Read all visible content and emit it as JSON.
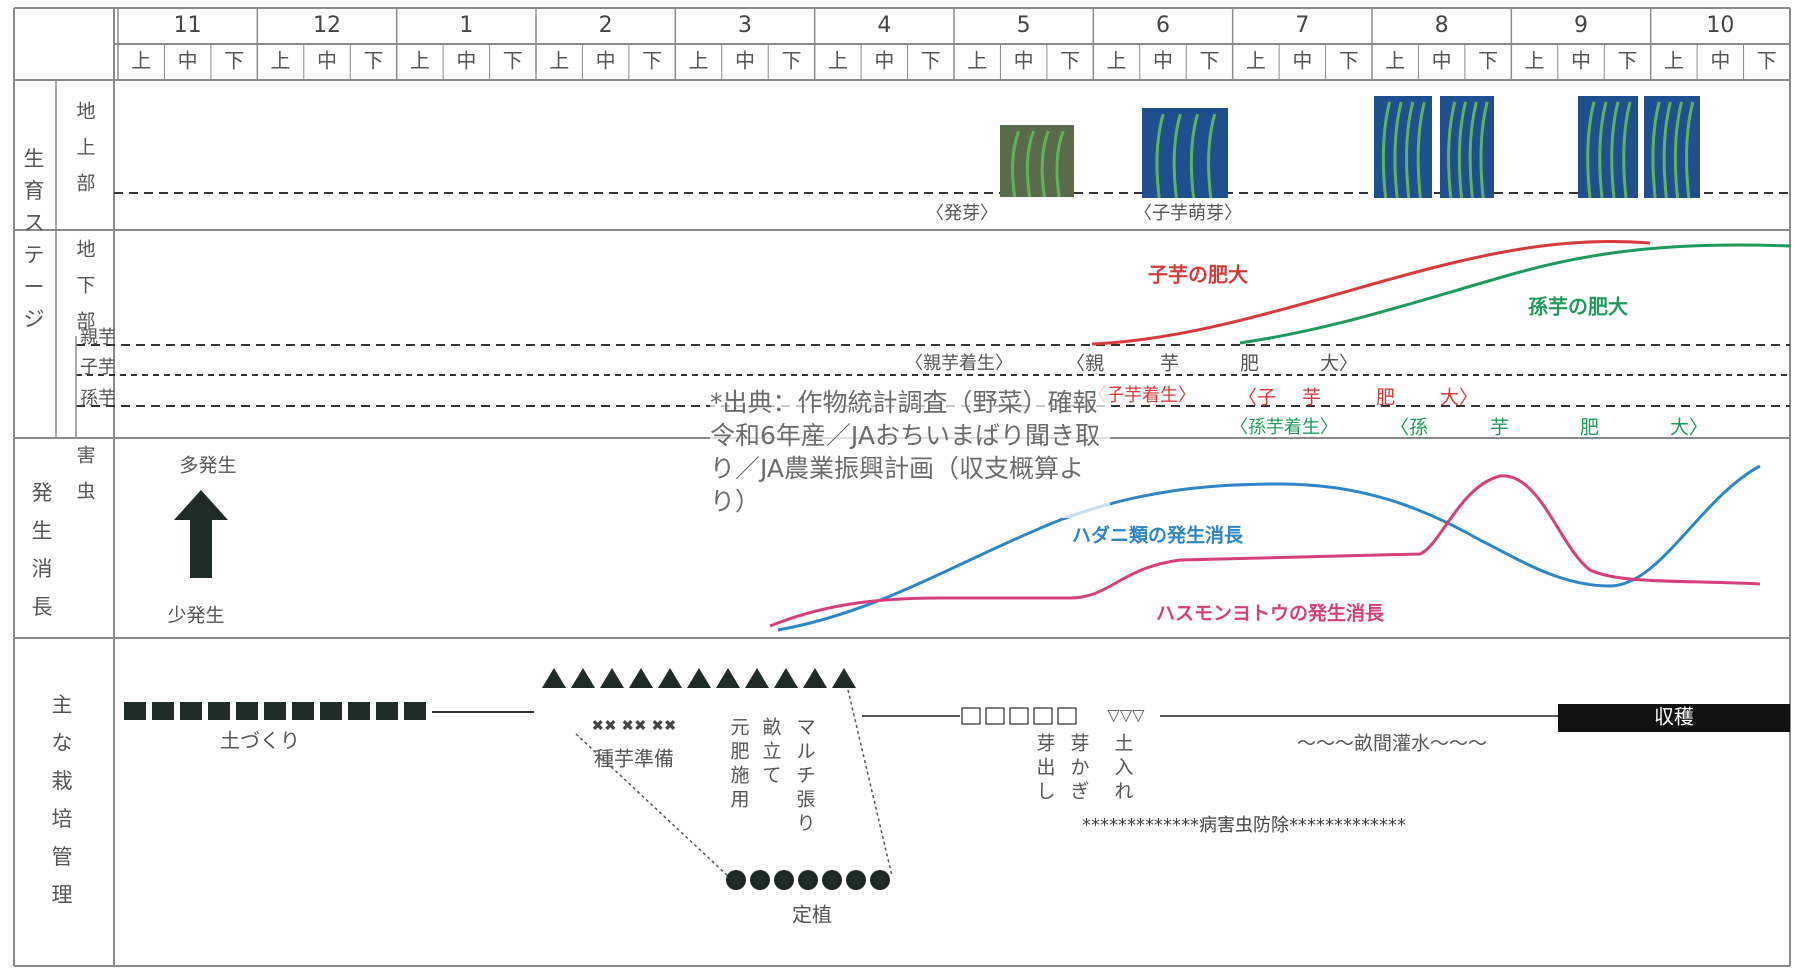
{
  "header": {
    "months": [
      "11",
      "12",
      "1",
      "2",
      "3",
      "4",
      "5",
      "6",
      "7",
      "8",
      "9",
      "10"
    ],
    "dekads": [
      "上",
      "中",
      "下"
    ]
  },
  "sections": {
    "growth": {
      "label": "生育ステージ",
      "above": "地上部",
      "below": "地下部"
    },
    "pests": {
      "label": "発生消長",
      "sub": "害虫"
    },
    "mgmt": {
      "label": "主な栽培管理"
    }
  },
  "tubers": {
    "oya": "親芋",
    "ko": "子芋",
    "mago": "孫芋"
  },
  "stages": {
    "sprout": "〈発芽〉",
    "ko_sprout": "〈子芋萌芽〉",
    "oya_set": "〈親芋着生〉",
    "oya_enlarge": [
      "〈親",
      "芋",
      "肥",
      "大〉"
    ],
    "ko_set": "〈子芋着生〉",
    "ko_enlarge": [
      "〈子",
      "芋",
      "肥",
      "大〉"
    ],
    "mago_set": "〈孫芋着生〉",
    "mago_enlarge": [
      "〈孫",
      "芋",
      "肥",
      "大〉"
    ]
  },
  "curves": {
    "ko_growth": "子芋の肥大",
    "mago_growth": "孫芋の肥大",
    "mite": "ハダニ類の発生消長",
    "moth": "ハスモンヨトウの発生消長"
  },
  "colors": {
    "ko_growth": "#d63a3a",
    "mago_growth": "#1f9a5c",
    "mite": "#2f86c4",
    "moth": "#d5407a",
    "grid": "#8a8a8a",
    "mark": "#1f2b26"
  },
  "legend": {
    "many": "多発生",
    "few": "少発生"
  },
  "management": {
    "soil": "土づくり",
    "seed_prep": "種芋準備",
    "base_fert": "元肥施用",
    "ridge": "畝立て",
    "mulch": "マルチ張り",
    "planting": "定植",
    "sprout_out": "芽出し",
    "thinning": "芽かぎ",
    "hilling": "土入れ",
    "irrigation": "〜〜〜畝間灌水〜〜〜",
    "pest_control": "*************病害虫防除*************",
    "harvest": "収穫"
  },
  "source_note": "*出典：作物統計調査（野菜）確報 令和6年産／JAおちいまばり聞き取り／JA農業振興計画（収支概算より）"
}
